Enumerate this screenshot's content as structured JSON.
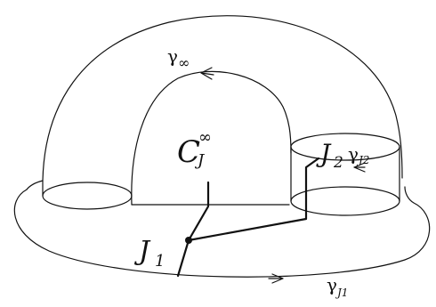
{
  "labels": {
    "gamma_inf": {
      "main": "γ",
      "sub": "∞"
    },
    "c_j_inf": {
      "main": "C",
      "sub": "J",
      "sup": "∞"
    },
    "j2": {
      "main": "J",
      "sub": "2"
    },
    "gamma_j2": {
      "main": "γ",
      "sub": "J2"
    },
    "j1": {
      "main": "J",
      "sub": "1"
    },
    "gamma_j1": {
      "main": "γ",
      "sub": "J1"
    }
  },
  "colors": {
    "stroke": "#111111",
    "background": "#ffffff"
  }
}
